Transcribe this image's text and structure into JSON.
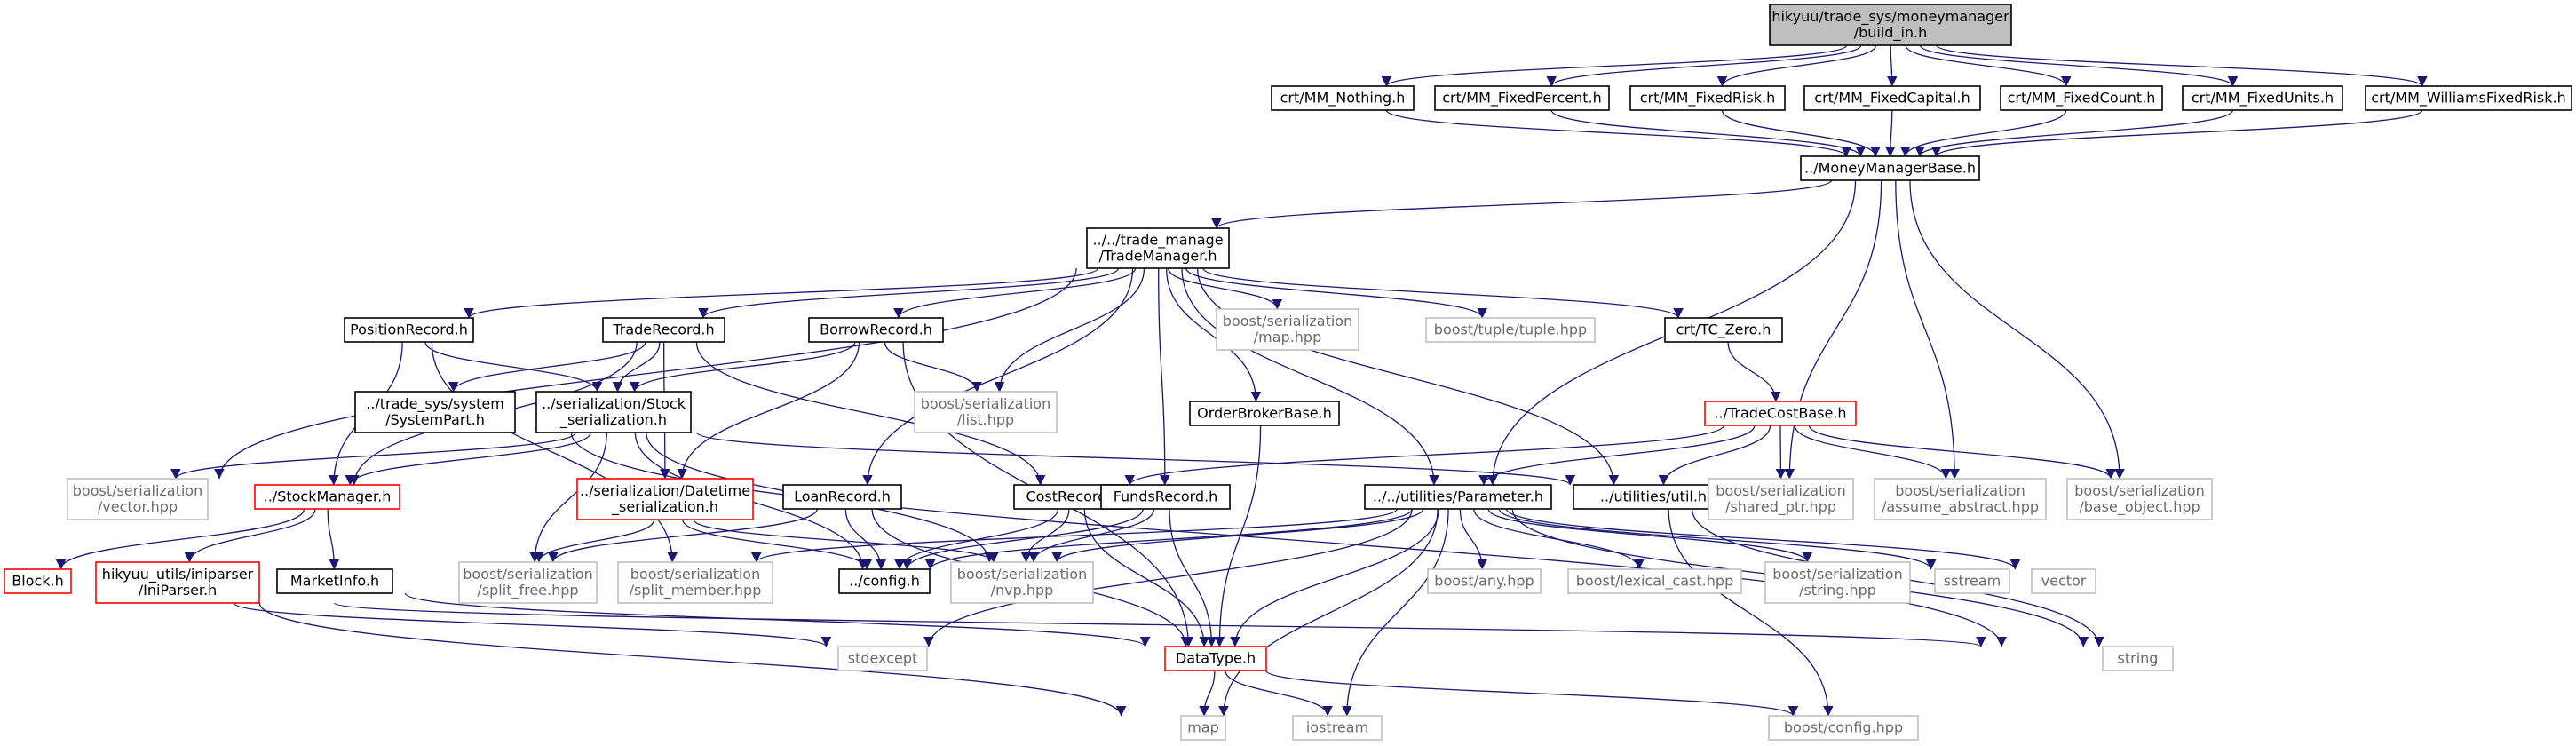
{
  "colors": {
    "edge": "#191970",
    "root_fill": "#bfbfbf",
    "box_stroke": "#000000",
    "missing_stroke": "#ff0000",
    "external_stroke": "#bfbfbf",
    "external_text": "#6b6b6b"
  },
  "nodes": {
    "build_in": {
      "lines": [
        "hikyuu/trade_sys/moneymanager",
        "/build_in.h"
      ],
      "kind": "root"
    },
    "mm_nothing": {
      "lines": [
        "crt/MM_Nothing.h"
      ],
      "kind": "normal"
    },
    "mm_fixedpercent": {
      "lines": [
        "crt/MM_FixedPercent.h"
      ],
      "kind": "normal"
    },
    "mm_fixedrisk": {
      "lines": [
        "crt/MM_FixedRisk.h"
      ],
      "kind": "normal"
    },
    "mm_fixedcapital": {
      "lines": [
        "crt/MM_FixedCapital.h"
      ],
      "kind": "normal"
    },
    "mm_fixedcount": {
      "lines": [
        "crt/MM_FixedCount.h"
      ],
      "kind": "normal"
    },
    "mm_fixedunits": {
      "lines": [
        "crt/MM_FixedUnits.h"
      ],
      "kind": "normal"
    },
    "mm_williams": {
      "lines": [
        "crt/MM_WilliamsFixedRisk.h"
      ],
      "kind": "normal"
    },
    "moneymanagerbase": {
      "lines": [
        "../MoneyManagerBase.h"
      ],
      "kind": "normal"
    },
    "trademanager": {
      "lines": [
        "../../trade_manage",
        "/TradeManager.h"
      ],
      "kind": "normal"
    },
    "positionrecord": {
      "lines": [
        "PositionRecord.h"
      ],
      "kind": "normal"
    },
    "traderecord": {
      "lines": [
        "TradeRecord.h"
      ],
      "kind": "normal"
    },
    "borrowrecord": {
      "lines": [
        "BorrowRecord.h"
      ],
      "kind": "normal"
    },
    "ser_map": {
      "lines": [
        "boost/serialization",
        "/map.hpp"
      ],
      "kind": "external"
    },
    "tuple": {
      "lines": [
        "boost/tuple/tuple.hpp"
      ],
      "kind": "external"
    },
    "tc_zero": {
      "lines": [
        "crt/TC_Zero.h"
      ],
      "kind": "normal"
    },
    "systempart": {
      "lines": [
        "../trade_sys/system",
        "/SystemPart.h"
      ],
      "kind": "normal"
    },
    "stock_ser": {
      "lines": [
        "../serialization/Stock",
        "_serialization.h"
      ],
      "kind": "normal"
    },
    "ser_list": {
      "lines": [
        "boost/serialization",
        "/list.hpp"
      ],
      "kind": "external"
    },
    "orderbrokerbase": {
      "lines": [
        "OrderBrokerBase.h"
      ],
      "kind": "normal"
    },
    "tradecostbase": {
      "lines": [
        "../TradeCostBase.h"
      ],
      "kind": "missing"
    },
    "ser_vector": {
      "lines": [
        "boost/serialization",
        "/vector.hpp"
      ],
      "kind": "external"
    },
    "stockmanager": {
      "lines": [
        "../StockManager.h"
      ],
      "kind": "missing"
    },
    "datetime_ser": {
      "lines": [
        "../serialization/Datetime",
        "_serialization.h"
      ],
      "kind": "missing"
    },
    "loanrecord": {
      "lines": [
        "LoanRecord.h"
      ],
      "kind": "normal"
    },
    "costrecord": {
      "lines": [
        "CostRecord.h"
      ],
      "kind": "normal"
    },
    "fundsrecord": {
      "lines": [
        "FundsRecord.h"
      ],
      "kind": "normal"
    },
    "parameter": {
      "lines": [
        "../../utilities/Parameter.h"
      ],
      "kind": "normal"
    },
    "util": {
      "lines": [
        "../utilities/util.h"
      ],
      "kind": "normal"
    },
    "ser_shared_ptr": {
      "lines": [
        "boost/serialization",
        "/shared_ptr.hpp"
      ],
      "kind": "external"
    },
    "ser_assume_abstract": {
      "lines": [
        "boost/serialization",
        "/assume_abstract.hpp"
      ],
      "kind": "external"
    },
    "ser_base_object": {
      "lines": [
        "boost/serialization",
        "/base_object.hpp"
      ],
      "kind": "external"
    },
    "block": {
      "lines": [
        "Block.h"
      ],
      "kind": "missing"
    },
    "iniparser": {
      "lines": [
        "hikyuu_utils/iniparser",
        "/IniParser.h"
      ],
      "kind": "missing"
    },
    "marketinfo": {
      "lines": [
        "MarketInfo.h"
      ],
      "kind": "normal"
    },
    "ser_split_free": {
      "lines": [
        "boost/serialization",
        "/split_free.hpp"
      ],
      "kind": "external"
    },
    "ser_split_member": {
      "lines": [
        "boost/serialization",
        "/split_member.hpp"
      ],
      "kind": "external"
    },
    "config_h": {
      "lines": [
        "../config.h"
      ],
      "kind": "normal"
    },
    "ser_nvp": {
      "lines": [
        "boost/serialization",
        "/nvp.hpp"
      ],
      "kind": "external"
    },
    "any": {
      "lines": [
        "boost/any.hpp"
      ],
      "kind": "external"
    },
    "lexical_cast": {
      "lines": [
        "boost/lexical_cast.hpp"
      ],
      "kind": "external"
    },
    "ser_string": {
      "lines": [
        "boost/serialization",
        "/string.hpp"
      ],
      "kind": "external"
    },
    "sstream": {
      "lines": [
        "sstream"
      ],
      "kind": "external"
    },
    "vector": {
      "lines": [
        "vector"
      ],
      "kind": "external"
    },
    "stdexcept": {
      "lines": [
        "stdexcept"
      ],
      "kind": "external"
    },
    "datatype": {
      "lines": [
        "DataType.h"
      ],
      "kind": "missing"
    },
    "string": {
      "lines": [
        "string"
      ],
      "kind": "external"
    },
    "map": {
      "lines": [
        "map"
      ],
      "kind": "external"
    },
    "iostream": {
      "lines": [
        "iostream"
      ],
      "kind": "external"
    },
    "boost_config": {
      "lines": [
        "boost/config.hpp"
      ],
      "kind": "external"
    }
  },
  "edges": [
    [
      "build_in",
      "mm_nothing"
    ],
    [
      "build_in",
      "mm_fixedpercent"
    ],
    [
      "build_in",
      "mm_fixedrisk"
    ],
    [
      "build_in",
      "mm_fixedcapital"
    ],
    [
      "build_in",
      "mm_fixedcount"
    ],
    [
      "build_in",
      "mm_fixedunits"
    ],
    [
      "build_in",
      "mm_williams"
    ],
    [
      "mm_nothing",
      "moneymanagerbase"
    ],
    [
      "mm_fixedpercent",
      "moneymanagerbase"
    ],
    [
      "mm_fixedrisk",
      "moneymanagerbase"
    ],
    [
      "mm_fixedcapital",
      "moneymanagerbase"
    ],
    [
      "mm_fixedcount",
      "moneymanagerbase"
    ],
    [
      "mm_fixedunits",
      "moneymanagerbase"
    ],
    [
      "mm_williams",
      "moneymanagerbase"
    ],
    [
      "moneymanagerbase",
      "trademanager"
    ],
    [
      "moneymanagerbase",
      "parameter"
    ],
    [
      "moneymanagerbase",
      "ser_shared_ptr"
    ],
    [
      "moneymanagerbase",
      "ser_assume_abstract"
    ],
    [
      "moneymanagerbase",
      "ser_base_object"
    ],
    [
      "trademanager",
      "positionrecord"
    ],
    [
      "trademanager",
      "traderecord"
    ],
    [
      "trademanager",
      "borrowrecord"
    ],
    [
      "trademanager",
      "ser_map"
    ],
    [
      "trademanager",
      "tuple"
    ],
    [
      "trademanager",
      "tc_zero"
    ],
    [
      "trademanager",
      "ser_list"
    ],
    [
      "trademanager",
      "orderbrokerbase"
    ],
    [
      "trademanager",
      "ser_vector"
    ],
    [
      "trademanager",
      "loanrecord"
    ],
    [
      "trademanager",
      "fundsrecord"
    ],
    [
      "trademanager",
      "parameter"
    ],
    [
      "trademanager",
      "util"
    ],
    [
      "positionrecord",
      "stock_ser"
    ],
    [
      "positionrecord",
      "stockmanager"
    ],
    [
      "positionrecord",
      "ser_split_member"
    ],
    [
      "traderecord",
      "systempart"
    ],
    [
      "traderecord",
      "stock_ser"
    ],
    [
      "traderecord",
      "stockmanager"
    ],
    [
      "traderecord",
      "datetime_ser"
    ],
    [
      "traderecord",
      "costrecord"
    ],
    [
      "borrowrecord",
      "stock_ser"
    ],
    [
      "borrowrecord",
      "ser_list"
    ],
    [
      "borrowrecord",
      "datetime_ser"
    ],
    [
      "borrowrecord",
      "datatype"
    ],
    [
      "tc_zero",
      "tradecostbase"
    ],
    [
      "systempart",
      "string"
    ],
    [
      "stock_ser",
      "ser_vector"
    ],
    [
      "stock_ser",
      "stockmanager"
    ],
    [
      "stock_ser",
      "ser_split_free"
    ],
    [
      "stock_ser",
      "config_h"
    ],
    [
      "stock_ser",
      "ser_nvp"
    ],
    [
      "stock_ser",
      "util"
    ],
    [
      "orderbrokerbase",
      "datatype"
    ],
    [
      "tradecostbase",
      "costrecord"
    ],
    [
      "tradecostbase",
      "parameter"
    ],
    [
      "tradecostbase",
      "util"
    ],
    [
      "tradecostbase",
      "ser_shared_ptr"
    ],
    [
      "tradecostbase",
      "ser_assume_abstract"
    ],
    [
      "tradecostbase",
      "ser_base_object"
    ],
    [
      "stockmanager",
      "block"
    ],
    [
      "stockmanager",
      "iniparser"
    ],
    [
      "stockmanager",
      "marketinfo"
    ],
    [
      "datetime_ser",
      "ser_split_free"
    ],
    [
      "datetime_ser",
      "config_h"
    ],
    [
      "datetime_ser",
      "ser_nvp"
    ],
    [
      "loanrecord",
      "config_h"
    ],
    [
      "loanrecord",
      "datatype"
    ],
    [
      "loanrecord",
      "ser_split_free"
    ],
    [
      "costrecord",
      "config_h"
    ],
    [
      "costrecord",
      "datatype"
    ],
    [
      "costrecord",
      "ser_nvp"
    ],
    [
      "fundsrecord",
      "config_h"
    ],
    [
      "fundsrecord",
      "datatype"
    ],
    [
      "fundsrecord",
      "ser_nvp"
    ],
    [
      "parameter",
      "config_h"
    ],
    [
      "parameter",
      "stdexcept"
    ],
    [
      "parameter",
      "ser_nvp"
    ],
    [
      "parameter",
      "map"
    ],
    [
      "parameter",
      "iostream"
    ],
    [
      "parameter",
      "any"
    ],
    [
      "parameter",
      "lexical_cast"
    ],
    [
      "parameter",
      "ser_string"
    ],
    [
      "parameter",
      "sstream"
    ],
    [
      "parameter",
      "vector"
    ],
    [
      "parameter",
      "string"
    ],
    [
      "parameter",
      "ser_split_member"
    ],
    [
      "parameter",
      "datatype"
    ],
    [
      "util",
      "string"
    ],
    [
      "util",
      "boost_config"
    ],
    [
      "iniparser",
      "stdexcept"
    ],
    [
      "iniparser",
      "map"
    ],
    [
      "iniparser",
      "string"
    ],
    [
      "marketinfo",
      "datatype"
    ],
    [
      "datatype",
      "map"
    ],
    [
      "datatype",
      "iostream"
    ],
    [
      "datatype",
      "boost_config"
    ]
  ]
}
